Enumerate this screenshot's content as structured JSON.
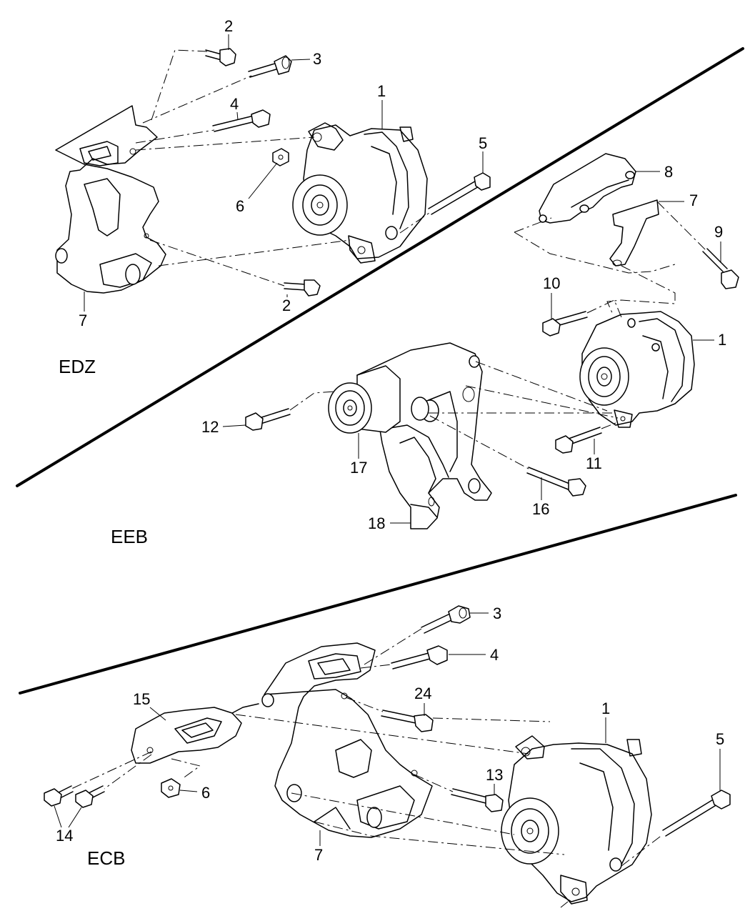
{
  "sections": [
    {
      "id": "edz",
      "label": "EDZ"
    },
    {
      "id": "eeb",
      "label": "EEB"
    },
    {
      "id": "ecb",
      "label": "ECB"
    }
  ],
  "callouts": {
    "edz": [
      "2",
      "3",
      "4",
      "1",
      "5",
      "6",
      "8",
      "7",
      "9",
      "7",
      "2"
    ],
    "eeb": [
      "10",
      "1",
      "12",
      "17",
      "11",
      "16",
      "18"
    ],
    "ecb": [
      "3",
      "4",
      "24",
      "15",
      "1",
      "5",
      "13",
      "6",
      "14",
      "7"
    ]
  }
}
